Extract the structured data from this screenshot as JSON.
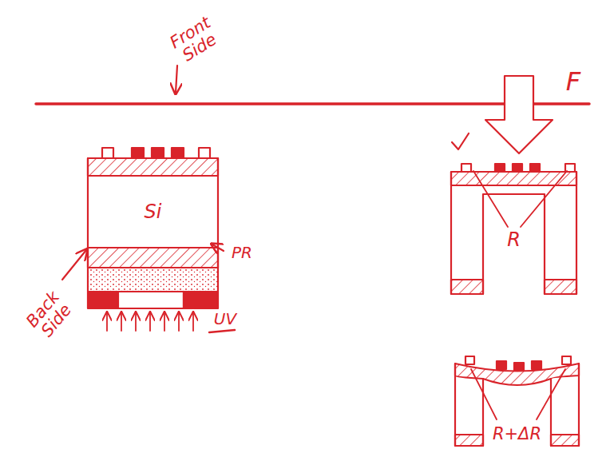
{
  "diagram": {
    "nodes": [
      {
        "text": [
          "Si"
        ]
      },
      {
        "text": [
          "R"
        ]
      },
      {
        "text": [
          "R+ΔR"
        ]
      }
    ],
    "labels": [
      "Front Side",
      "PR",
      "Back Side",
      "UV",
      "F"
    ]
  }
}
